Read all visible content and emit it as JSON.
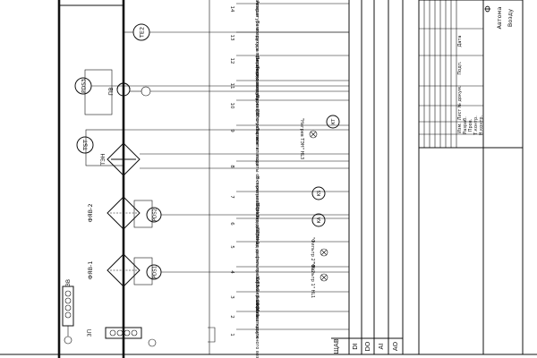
{
  "sensors": {
    "te2": "TE2",
    "pds3": "PDS3",
    "tst": "TST",
    "pds2": "PDS2",
    "pds1": "PDS1"
  },
  "equipment": {
    "fan": "ПВ",
    "heater": "ТЭН",
    "filter2": "ФЯВ-2",
    "filter1": "ФЯВ-1",
    "valve_left": "ЗВ",
    "valve_bottom": "ЗП"
  },
  "contacts": {
    "kt": "КТ",
    "ks": "КS",
    "ka": "КА"
  },
  "labels": [
    {
      "num": "1",
      "text": "Заслонка наружного воздуха"
    },
    {
      "num": "2",
      "text": "Заслонка открыта"
    },
    {
      "num": "3",
      "text": "Заслонка закрыта"
    },
    {
      "num": "4",
      "text": "Перепад давления на фильтре ФЯВ-1"
    },
    {
      "num": "5",
      "text": "Перепад давления на фильтре ФЯВ-2"
    },
    {
      "num": "6",
      "text": "Включение ТЭН-1"
    },
    {
      "num": "7",
      "text": "Включение ТЭН-2"
    },
    {
      "num": "8",
      "text": "Термостат защиты от перегрева"
    },
    {
      "num": "9",
      "text": "Пуск приточного вентилятора"
    },
    {
      "num": "10",
      "text": "Термостат защиты обогревателя"
    },
    {
      "num": "11",
      "text": "Перепад давления на ПВ"
    },
    {
      "num": "12",
      "text": "Температура приточного воздуха"
    },
    {
      "num": "13",
      "text": "Температура воздуха в помещении"
    },
    {
      "num": "14",
      "text": "Авария"
    }
  ],
  "lamp_labels": {
    "filter1": "\"Фильтр 1\" HL1",
    "filter2": "\"Фильтр 2\" HL2",
    "heater": "\"Нагрев ТЭН\" HL3"
  },
  "columns": [
    "ЩАВ",
    "DI",
    "DO",
    "AI",
    "AO"
  ],
  "title_block": {
    "rows": [
      "Изм.",
      "Лист",
      "№ докум.",
      "Подп.",
      "Дата"
    ],
    "roles": [
      "Разраб.",
      "Пров.",
      "Т.контр.",
      "Н.контр.",
      "Утв."
    ],
    "title_line1": "Ф",
    "title_line2": "Автома",
    "title_line3": "Возду"
  }
}
